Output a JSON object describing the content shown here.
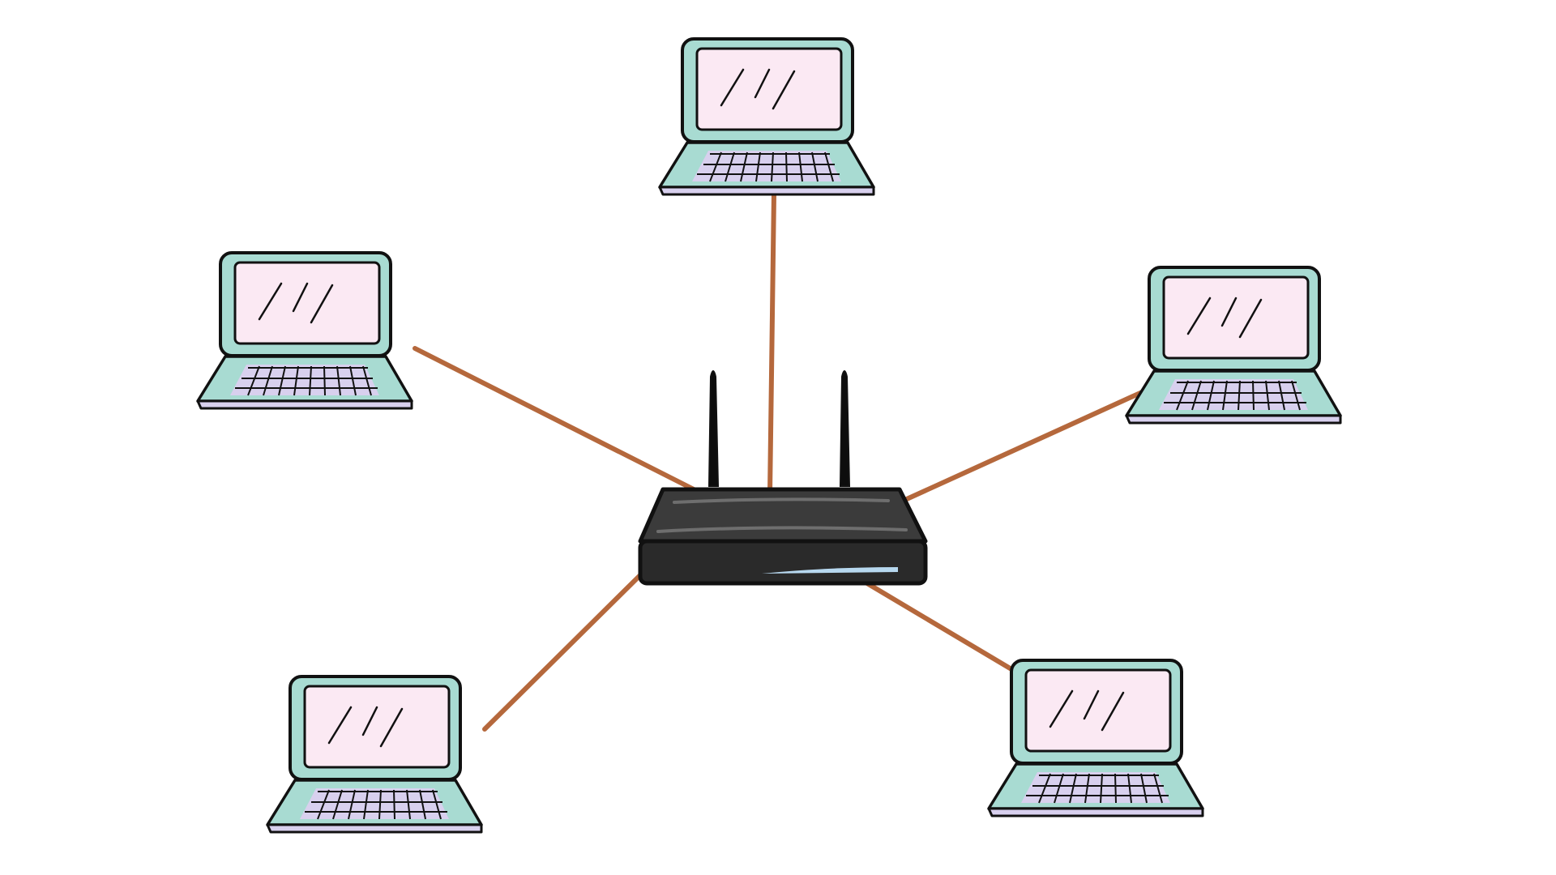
{
  "diagram": {
    "topology": "star",
    "hub": {
      "type": "router",
      "antennas": 2,
      "icon": "router-icon"
    },
    "nodes": [
      {
        "type": "laptop",
        "icon": "laptop-icon"
      },
      {
        "type": "laptop",
        "icon": "laptop-icon"
      },
      {
        "type": "laptop",
        "icon": "laptop-icon"
      },
      {
        "type": "laptop",
        "icon": "laptop-icon"
      },
      {
        "type": "laptop",
        "icon": "laptop-icon"
      }
    ],
    "colors": {
      "cable": "#b5683c",
      "laptop_body": "#a8dbd2",
      "laptop_screen": "#fbe9f3",
      "keyboard": "#d8d0ee",
      "outline": "#111111",
      "router_body": "#2a2a2a",
      "router_top": "#3b3b3b",
      "router_highlight": "#6e6e6e",
      "router_led": "#b7d8ef",
      "background": "#ffffff"
    }
  }
}
